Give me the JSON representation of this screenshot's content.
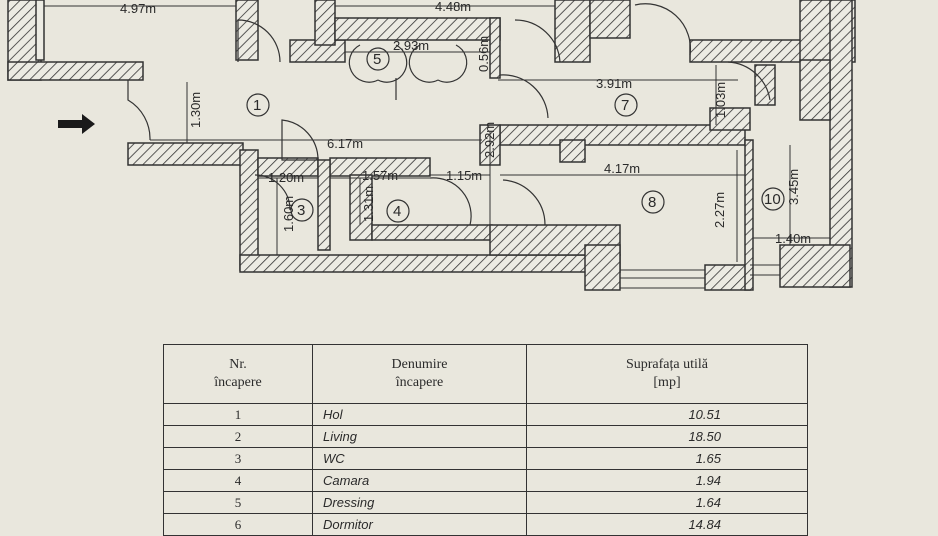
{
  "dimensions": {
    "d_497": "4.97m",
    "d_448": "4.48m",
    "d_293": "2.93m",
    "d_056": "0.56m",
    "d_391": "3.91m",
    "d_103": "1.03m",
    "d_130": "1.30m",
    "d_617": "6.17m",
    "d_292": "2.92m",
    "d_120": "1.20m",
    "d_157": "1.57m",
    "d_115": "1.15m",
    "d_417": "4.17m",
    "d_345": "3.45m",
    "d_160": "1.60m",
    "d_131": "1.31m",
    "d_227": "2.27m",
    "d_140": "1.40m"
  },
  "rooms": [
    "1",
    "3",
    "4",
    "5",
    "7",
    "8",
    "10"
  ],
  "table": {
    "headers": {
      "nr": [
        "Nr.",
        "încapere"
      ],
      "name": [
        "Denumire",
        "încapere"
      ],
      "area": [
        "Suprafața utilă",
        "[mp]"
      ]
    },
    "rows": [
      {
        "nr": "1",
        "name": "Hol",
        "area": "10.51"
      },
      {
        "nr": "2",
        "name": "Living",
        "area": "18.50"
      },
      {
        "nr": "3",
        "name": "WC",
        "area": "1.65"
      },
      {
        "nr": "4",
        "name": "Camara",
        "area": "1.94"
      },
      {
        "nr": "5",
        "name": "Dressing",
        "area": "1.64"
      },
      {
        "nr": "6",
        "name": "Dormitor",
        "area": "14.84"
      }
    ]
  }
}
